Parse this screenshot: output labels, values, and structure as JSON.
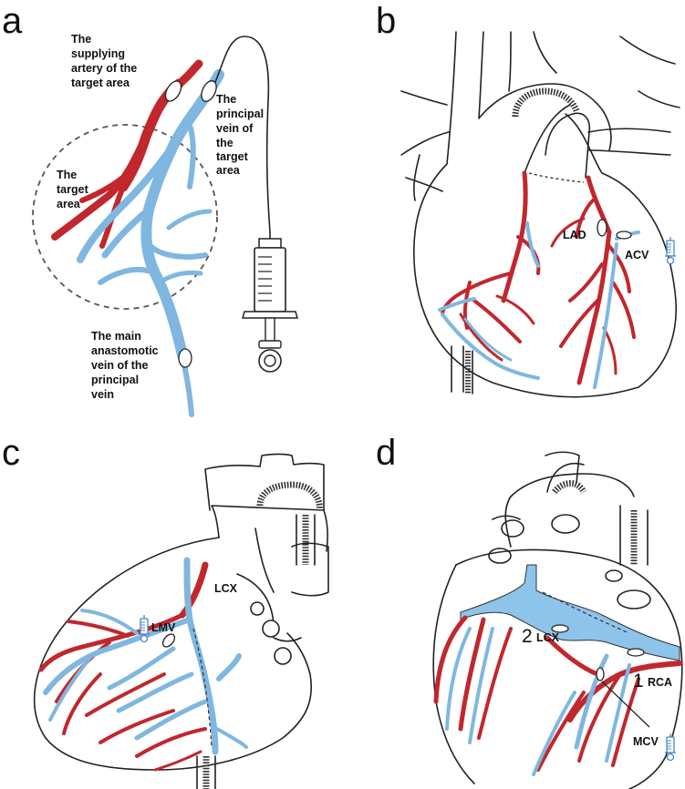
{
  "panels": {
    "a": {
      "letter": "a",
      "supplying_artery": [
        "The",
        "supplying",
        "artery of the",
        "target area"
      ],
      "principal_vein": [
        "The",
        "principal",
        "vein of",
        "the",
        "target",
        "area"
      ],
      "target_area": [
        "The",
        "target",
        "area"
      ],
      "main_anastomotic": [
        "The main",
        "anastomotic",
        "vein of the",
        "principal",
        "vein"
      ]
    },
    "b": {
      "letter": "b",
      "lad": "LAD",
      "acv": "ACV"
    },
    "c": {
      "letter": "c",
      "lcx": "LCX",
      "lmv": "LMV"
    },
    "d": {
      "letter": "d",
      "num2": "2",
      "lcx": "LCX",
      "num1": "1",
      "rca": "RCA",
      "mcv": "MCV"
    }
  },
  "colors": {
    "artery": "#c1272d",
    "vein": "#8ec4ea",
    "outline": "#222222"
  },
  "icons": [
    "syringe-icon"
  ]
}
